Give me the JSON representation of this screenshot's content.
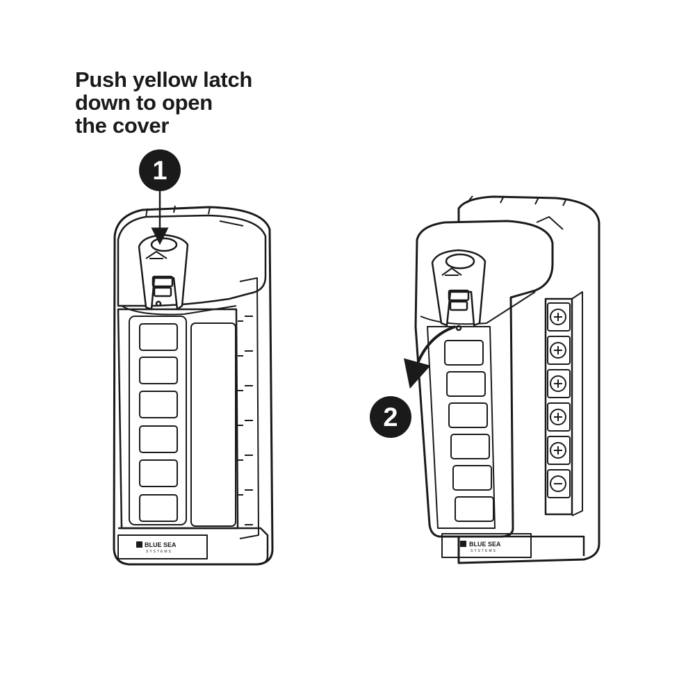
{
  "instruction": {
    "lines": [
      "Push yellow latch",
      "down to open",
      "the cover"
    ]
  },
  "steps": [
    {
      "number": "1"
    },
    {
      "number": "2"
    }
  ],
  "product": {
    "brand": "BLUE SEA",
    "subbrand": "SYSTEMS"
  },
  "colors": {
    "line": "#1a1a1a",
    "badge": "#1a1a1a",
    "background": "#ffffff"
  }
}
